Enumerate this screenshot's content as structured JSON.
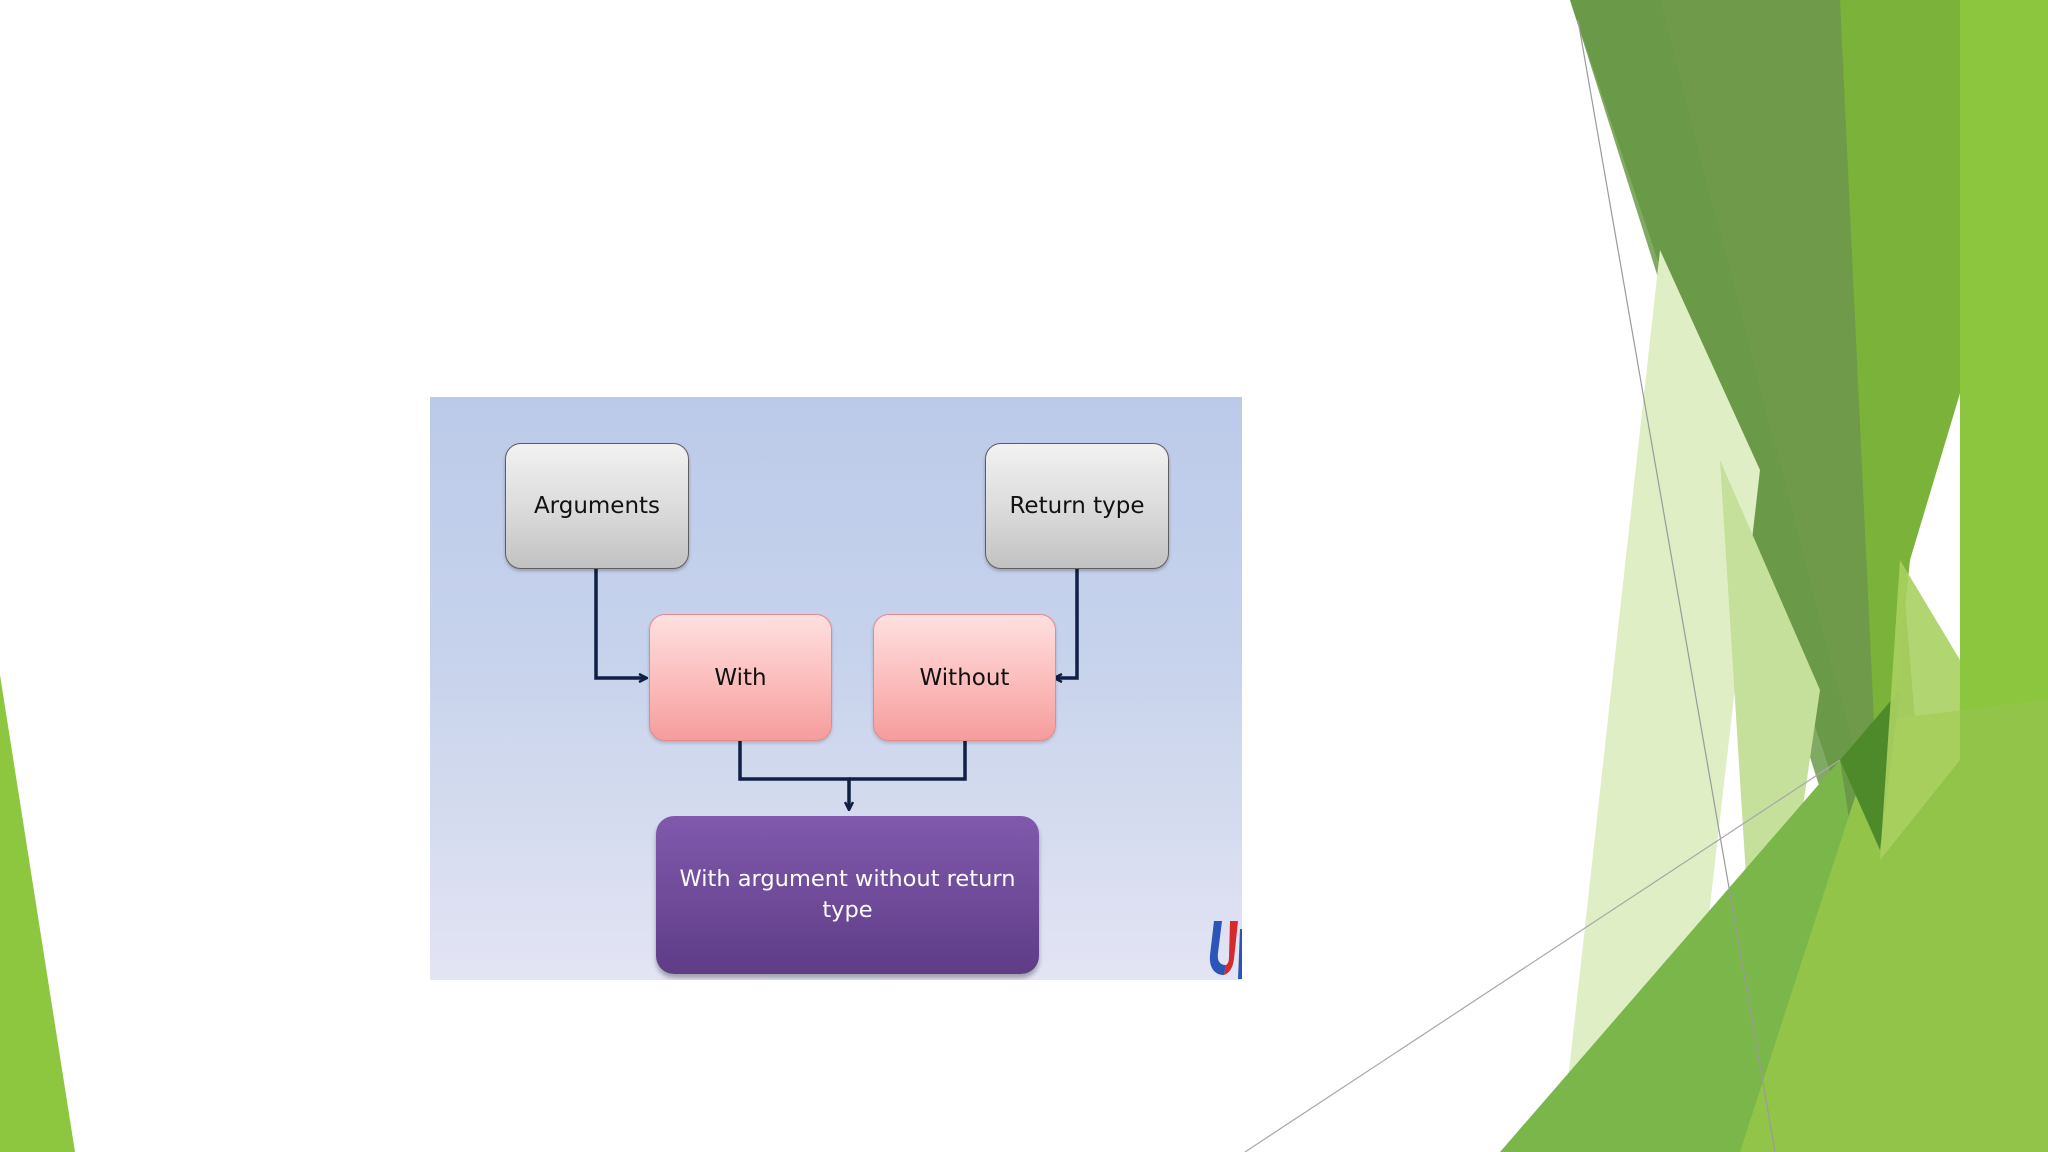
{
  "diagram": {
    "nodes": {
      "arguments": "Arguments",
      "return_type": "Return type",
      "with": "With",
      "without": "Without",
      "result": "With argument without return type"
    },
    "edges": [
      {
        "from": "arguments",
        "to": "with"
      },
      {
        "from": "return_type",
        "to": "without"
      },
      {
        "from": "with",
        "to": "result"
      },
      {
        "from": "without",
        "to": "result"
      }
    ]
  },
  "colors": {
    "background_green": "#8dc63f",
    "dark_green": "#5a8f2f",
    "diagram_bg": "#c4d0eb",
    "gray_node": "#d4d4d4",
    "pink_node": "#fbb8b8",
    "purple_node": "#6e4a98",
    "connector": "#0f1f45"
  },
  "icons": {
    "logo": "u-logo-icon"
  }
}
